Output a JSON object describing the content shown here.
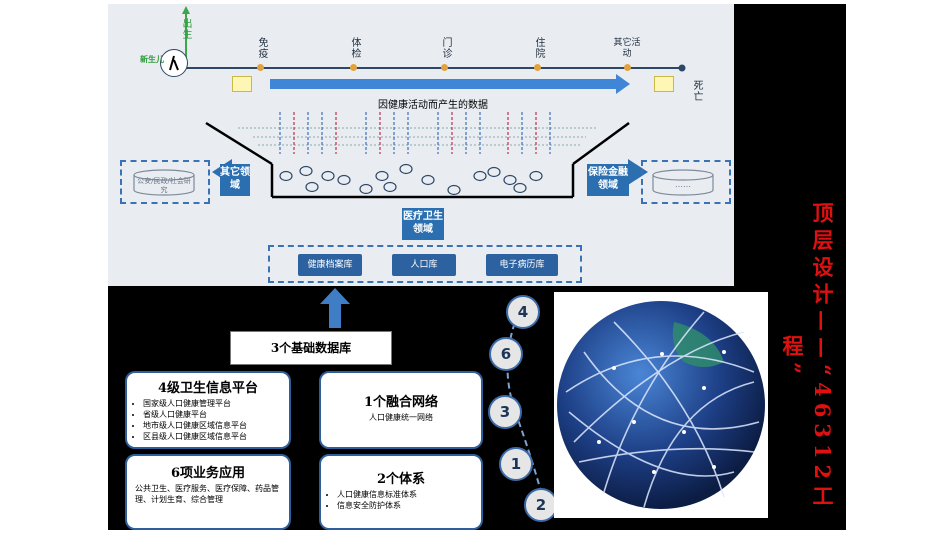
{
  "timeline": {
    "birth": "出生",
    "death": "死亡",
    "person": "新生儿",
    "stages": [
      "免疫",
      "体检",
      "门诊",
      "住院",
      "其它活动"
    ]
  },
  "arrow_label": "因健康活动而产生的数据",
  "left_domain": {
    "label": "其它领域",
    "store": "公安/民政/社会研究"
  },
  "right_domain": {
    "label": "保险金融领域",
    "store": "……"
  },
  "center_domain": "医疗卫生领域",
  "databases": [
    "健康档案库",
    "人口库",
    "电子病历库"
  ],
  "base_box": "3个基础数据库",
  "platform": {
    "title": "4级卫生信息平台",
    "items": [
      "国家级人口健康管理平台",
      "省级人口健康平台",
      "地市级人口健康区域信息平台",
      "区县级人口健康区域信息平台"
    ]
  },
  "network": {
    "title": "1个融合网络",
    "sub": "人口健康统一网络"
  },
  "apps": {
    "title": "6项业务应用",
    "sub": "公共卫生、医疗服务、医疗保障、药品管理、计划生育、综合管理"
  },
  "systems": {
    "title": "2个体系",
    "items": [
      "人口健康信息标准体系",
      "信息安全防护体系"
    ]
  },
  "numbers": [
    "4",
    "6",
    "3",
    "1",
    "2"
  ],
  "side_title": "顶层设计——“46312工程”",
  "colors": {
    "red": "#e01010",
    "blue": "#2c6fb0",
    "accent": "#e3a33c"
  }
}
